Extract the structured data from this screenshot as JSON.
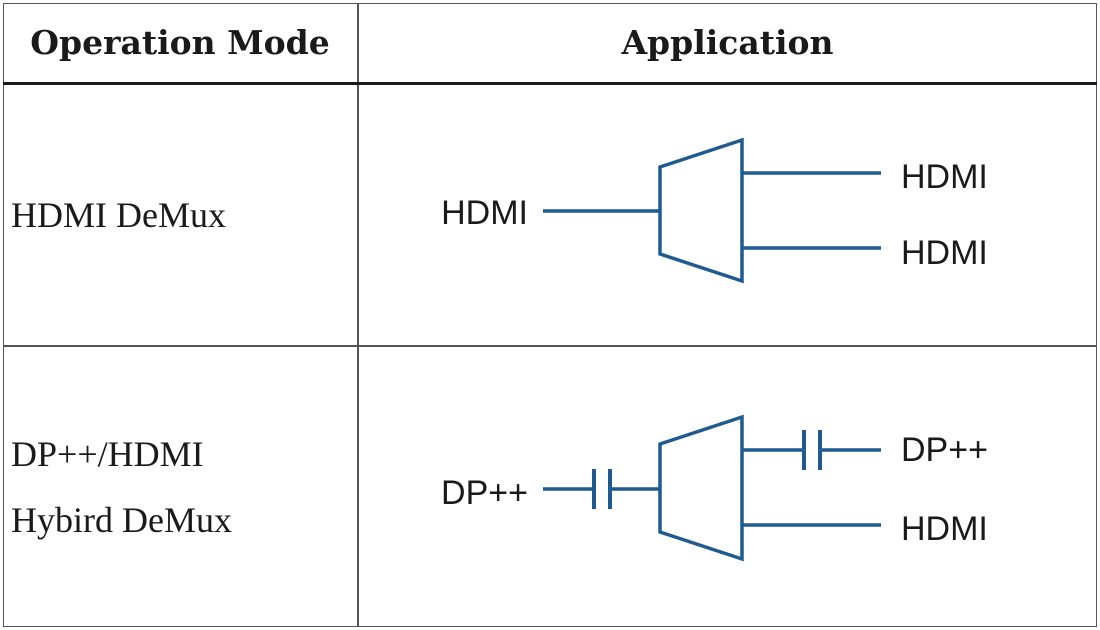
{
  "table": {
    "headers": {
      "mode": "Operation Mode",
      "application": "Application"
    },
    "rows": [
      {
        "mode_lines": [
          "HDMI DeMux"
        ],
        "diagram": {
          "input_label": "HDMI",
          "input_has_capacitor": false,
          "outputs": [
            {
              "label": "HDMI",
              "has_capacitor": false
            },
            {
              "label": "HDMI",
              "has_capacitor": false
            }
          ]
        }
      },
      {
        "mode_lines": [
          "DP++/HDMI",
          "Hybird DeMux"
        ],
        "diagram": {
          "input_label": "DP++",
          "input_has_capacitor": true,
          "outputs": [
            {
              "label": "DP++",
              "has_capacitor": true
            },
            {
              "label": "HDMI",
              "has_capacitor": false
            }
          ]
        }
      }
    ]
  },
  "colors": {
    "wire": "#1f5a91",
    "text": "#1a1a1a",
    "border": "#555555"
  }
}
